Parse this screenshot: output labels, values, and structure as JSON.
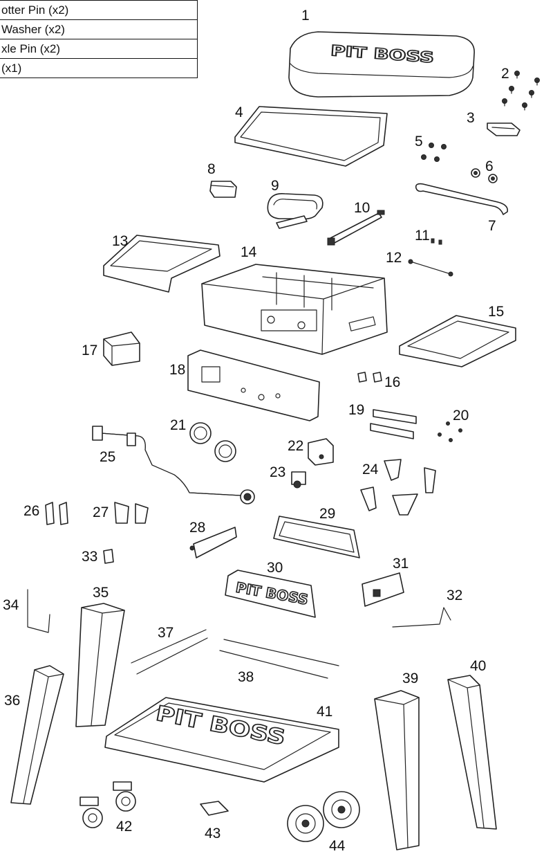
{
  "legend": {
    "rows": [
      "otter Pin (x2)",
      "Washer (x2)",
      "xle Pin (x2)",
      "(x1)"
    ]
  },
  "parts": {
    "p1": "1",
    "p2": "2",
    "p3": "3",
    "p4": "4",
    "p5": "5",
    "p6": "6",
    "p7": "7",
    "p8": "8",
    "p9": "9",
    "p10": "10",
    "p11": "11",
    "p12": "12",
    "p13": "13",
    "p14": "14",
    "p15": "15",
    "p16": "16",
    "p17": "17",
    "p18": "18",
    "p19": "19",
    "p20": "20",
    "p21": "21",
    "p22": "22",
    "p23": "23",
    "p24": "24",
    "p25": "25",
    "p26": "26",
    "p27": "27",
    "p28": "28",
    "p29": "29",
    "p30": "30",
    "p31": "31",
    "p32": "32",
    "p33": "33",
    "p34": "34",
    "p35": "35",
    "p36": "36",
    "p37": "37",
    "p38": "38",
    "p39": "39",
    "p40": "40",
    "p41": "41",
    "p42": "42",
    "p43": "43",
    "p44": "44"
  },
  "brand": {
    "logo_text": "PIT BOSS"
  }
}
